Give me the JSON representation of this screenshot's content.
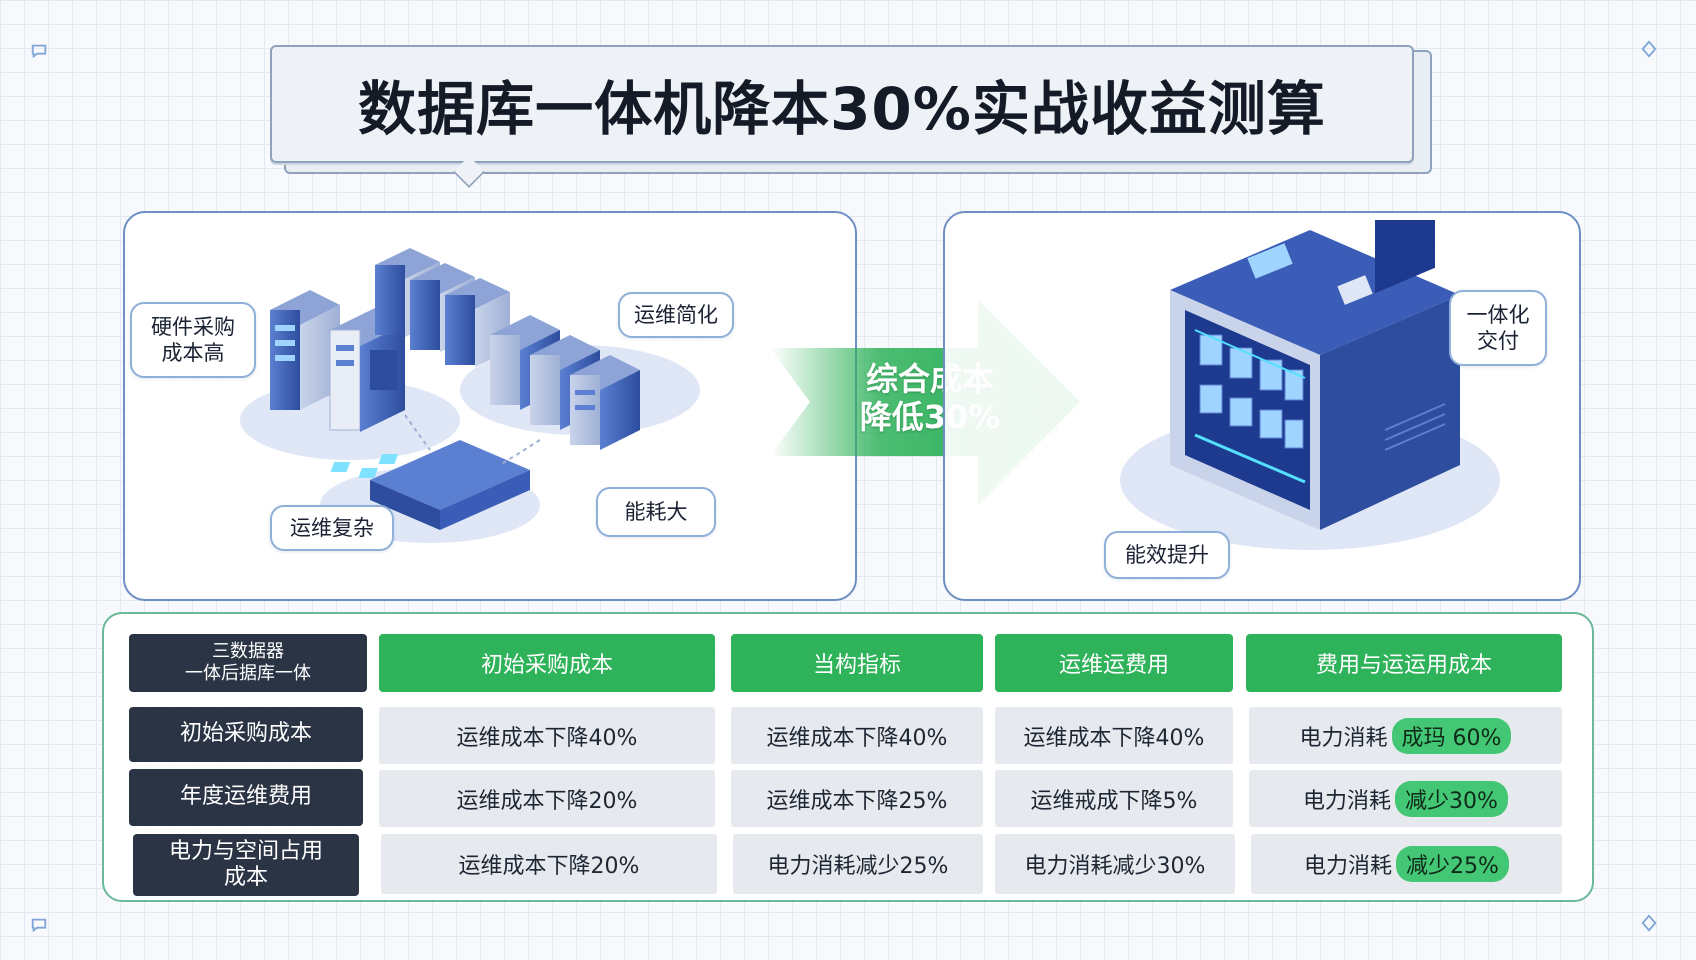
{
  "title": "数据库一体机降本30%实战收益测算",
  "left_panel": {
    "callouts": {
      "hardware": "硬件采购\n成本高",
      "ops_simplify": "运维简化",
      "ops_complex": "运维复杂",
      "energy_high": "能耗大"
    }
  },
  "arrow": {
    "label": "综合成本\n降低30%",
    "color": "#2fb35a"
  },
  "right_panel": {
    "callouts": {
      "integrated": "一体化\n交付",
      "efficiency": "能效提升"
    }
  },
  "table": {
    "corner_header": "三数据器\n一体后据库一体",
    "columns": [
      "初始采购成本",
      "当构指标",
      "运维运费用",
      "费用与运运用成本"
    ],
    "rows": [
      {
        "header": "初始采购成本",
        "cells": [
          "运维成本下降40%",
          "运维成本下降40%",
          "运维成本下降40%"
        ],
        "last_prefix": "电力消耗",
        "last_pill": "成玛 60%"
      },
      {
        "header": "年度运维费用",
        "cells": [
          "运维成本下降20%",
          "运维成本下降25%",
          "运维戒成下降5%"
        ],
        "last_prefix": "电力消耗",
        "last_pill": "减少30%"
      },
      {
        "header": "电力与空间占用\n成本",
        "cells": [
          "运维成本下降20%",
          "电力消耗减少25%",
          "电力消耗减少30%"
        ],
        "last_prefix": "电力消耗",
        "last_pill": "减少25%"
      }
    ]
  },
  "colors": {
    "accent_green": "#2fb35a",
    "row_header_dark": "#2b3445",
    "panel_border_blue": "#6d8fc2",
    "server_blue": "#3b5db8"
  },
  "icons": [
    "corner-chat-icon",
    "corner-diamond-icon",
    "server-rack-icon",
    "network-switch-icon",
    "integrated-appliance-icon"
  ]
}
